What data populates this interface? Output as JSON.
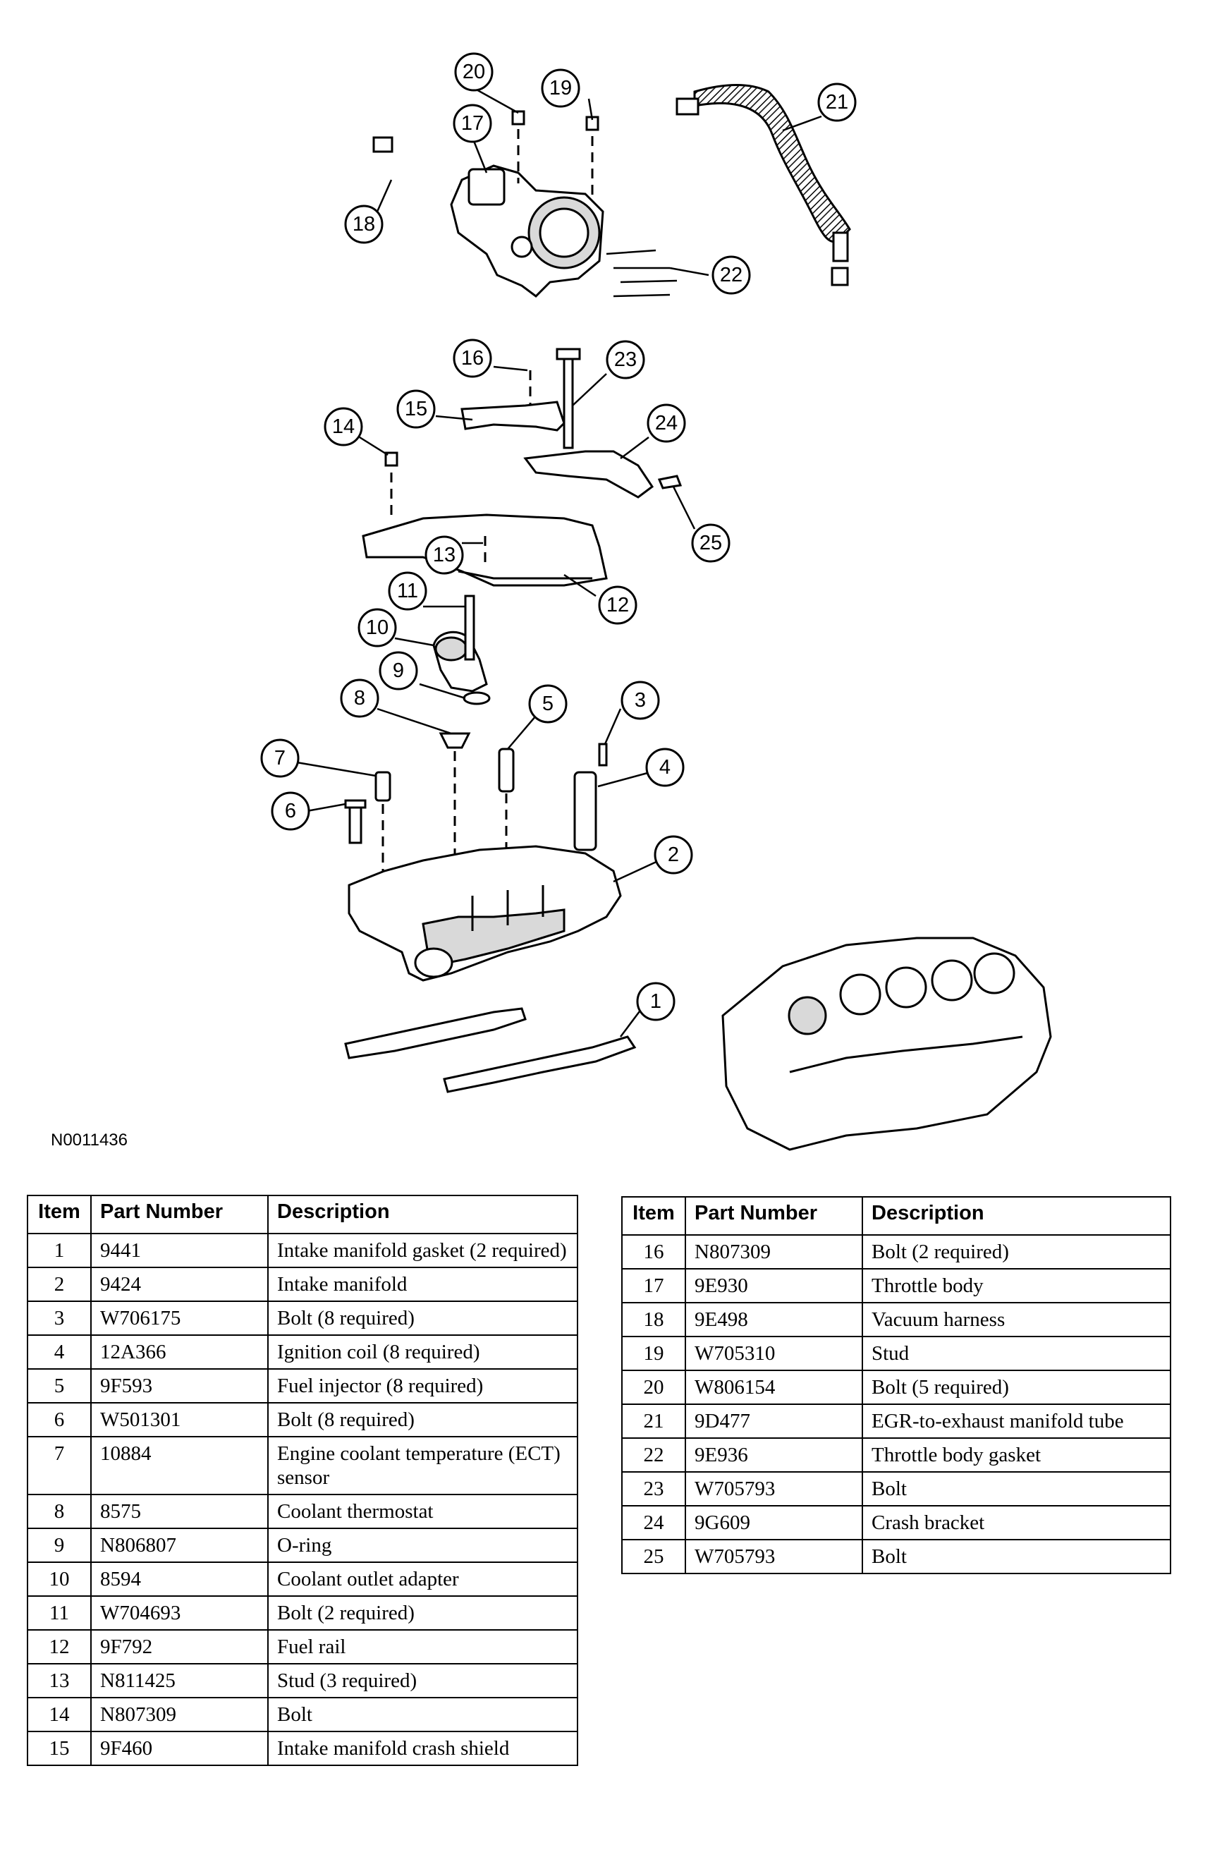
{
  "figure_id": "N0011436",
  "callouts": [
    "1",
    "2",
    "3",
    "4",
    "5",
    "6",
    "7",
    "8",
    "9",
    "10",
    "11",
    "12",
    "13",
    "14",
    "15",
    "16",
    "17",
    "18",
    "19",
    "20",
    "21",
    "22",
    "23",
    "24",
    "25"
  ],
  "tables": [
    {
      "headers": [
        "Item",
        "Part Number",
        "Description"
      ],
      "rows": [
        [
          "1",
          "9441",
          "Intake manifold gasket (2 required)"
        ],
        [
          "2",
          "9424",
          "Intake manifold"
        ],
        [
          "3",
          "W706175",
          "Bolt (8 required)"
        ],
        [
          "4",
          "12A366",
          "Ignition coil (8 required)"
        ],
        [
          "5",
          "9F593",
          "Fuel injector (8 required)"
        ],
        [
          "6",
          "W501301",
          "Bolt (8 required)"
        ],
        [
          "7",
          "10884",
          "Engine coolant temperature (ECT) sensor"
        ],
        [
          "8",
          "8575",
          "Coolant thermostat"
        ],
        [
          "9",
          "N806807",
          "O-ring"
        ],
        [
          "10",
          "8594",
          "Coolant outlet adapter"
        ],
        [
          "11",
          "W704693",
          "Bolt (2 required)"
        ],
        [
          "12",
          "9F792",
          "Fuel rail"
        ],
        [
          "13",
          "N811425",
          "Stud (3 required)"
        ],
        [
          "14",
          "N807309",
          "Bolt"
        ],
        [
          "15",
          "9F460",
          "Intake manifold crash shield"
        ]
      ]
    },
    {
      "headers": [
        "Item",
        "Part Number",
        "Description"
      ],
      "rows": [
        [
          "16",
          "N807309",
          "Bolt (2 required)"
        ],
        [
          "17",
          "9E930",
          "Throttle body"
        ],
        [
          "18",
          "9E498",
          "Vacuum harness"
        ],
        [
          "19",
          "W705310",
          "Stud"
        ],
        [
          "20",
          "W806154",
          "Bolt (5 required)"
        ],
        [
          "21",
          "9D477",
          "EGR-to-exhaust manifold tube"
        ],
        [
          "22",
          "9E936",
          "Throttle body gasket"
        ],
        [
          "23",
          "W705793",
          "Bolt"
        ],
        [
          "24",
          "9G609",
          "Crash bracket"
        ],
        [
          "25",
          "W705793",
          "Bolt"
        ]
      ]
    }
  ]
}
